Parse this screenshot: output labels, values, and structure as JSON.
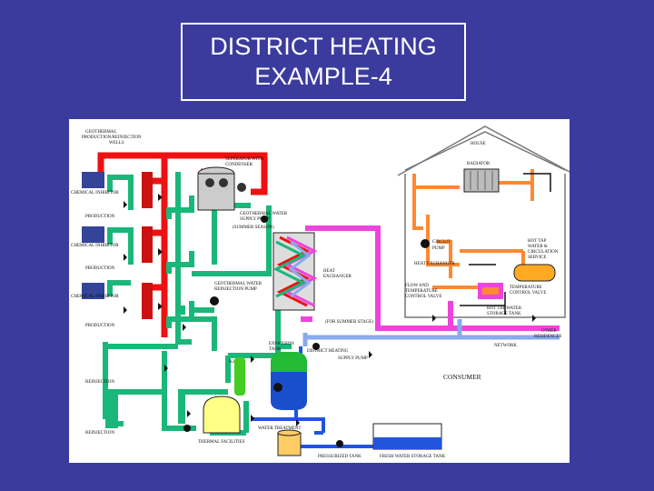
{
  "slide": {
    "title_line1": "DISTRICT HEATING",
    "title_line2": "EXAMPLE-4"
  },
  "diagram": {
    "labels": {
      "geo_wells_1": "GEOTHERMAL",
      "geo_wells_2": "PRODUCTION/REINJECTION",
      "geo_wells_3": "WELLS",
      "separator_1": "SEPERATOR WITH",
      "separator_2": "CONDENSER",
      "geo_supply_1": "GEOTHERMAL WATER",
      "geo_supply_2": "SUPPLY PUMP",
      "geo_supply_3": "(SUMMER SEASON)",
      "production_1": "PRODUCTION",
      "production_2": "PRODUCTION",
      "production_3": "PRODUCTION",
      "reinjection_1": "REINJECTION",
      "reinjection_2": "REINJECTION",
      "chemical_1": "CHEMICAL INHIBITOR",
      "chemical_2": "CHEMICAL INHIBITOR",
      "chemical_3": "CHEMICAL INHIBITOR",
      "reinj_pump_1": "GEOTHERMAL WATER",
      "reinj_pump_2": "REINJECTION PUMP",
      "heat_exch_1": "HEAT",
      "heat_exch_2": "EXCHANGER",
      "summer_stage": "(FOR SUMMER STAGE)",
      "expansion_1": "EXPANSION",
      "expansion_2": "TANK",
      "n2": "N2",
      "dist_pump_1": "DISTRICT HEATING",
      "dist_pump_2": "SUPPLY PUMP",
      "consumer": "CONSUMER",
      "network": "NETWORK",
      "other_res_1": "OTHER",
      "other_res_2": "RESIDENCES",
      "thermal_fac": "THERMAL FACILITIES",
      "water_treat": "WATER TREATMENT",
      "pressurized": "PRESSURIZED TANK",
      "fresh_water": "FRESH WATER STORAGE TANK",
      "house": "HOUSE",
      "radiator": "RADIATOR",
      "circuit_1": "CIRCUIT",
      "circuit_2": "PUMP",
      "heat_exch_house": "HEAT EXCHANGER",
      "flow_temp_1": "FLOW AND",
      "flow_temp_2": "TEMPERATURE",
      "flow_temp_3": "CONTROL VALVE",
      "hot_water_1": "HOT TAP",
      "hot_water_2": "WATER &",
      "hot_water_3": "CIRCULATION",
      "hot_water_4": "SERVICE",
      "temp_valve_1": "TEMPERATURE",
      "temp_valve_2": "CONTROL VALVE",
      "hot_tap_1": "HOT TAP WATER",
      "hot_tap_2": "STORAGE TANK"
    }
  }
}
